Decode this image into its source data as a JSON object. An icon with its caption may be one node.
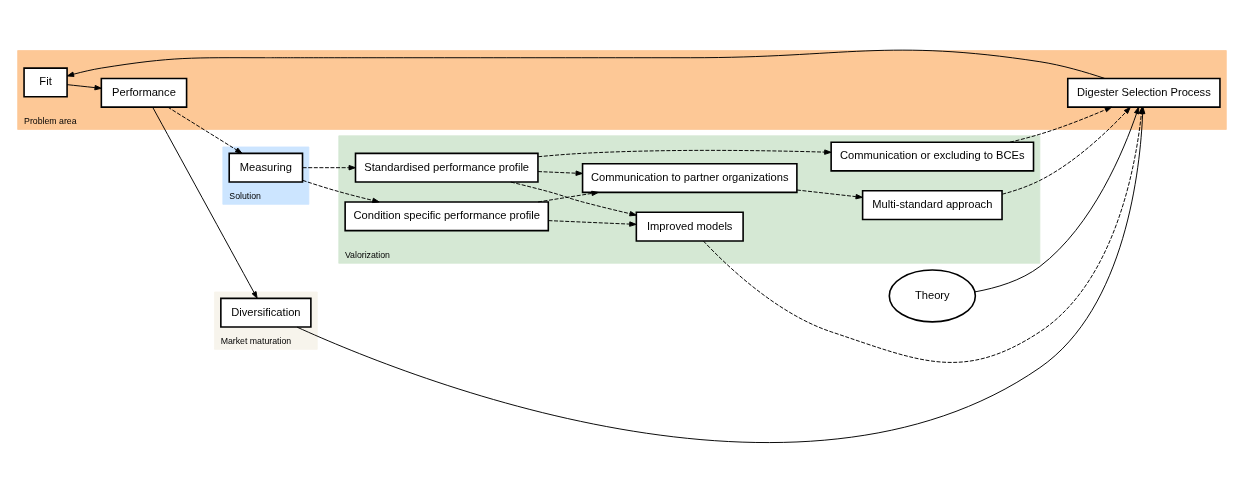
{
  "diagram": {
    "nodes": [
      {
        "text": [
          "Problem area"
        ]
      },
      {
        "text": [
          "Fit"
        ],
        "in": 0
      },
      {
        "text": [
          "Performance"
        ],
        "in": 0
      },
      {
        "text": [
          "Solution"
        ]
      },
      {
        "text": [
          "Measuring"
        ],
        "in": 3
      },
      {
        "text": [
          "Market maturation"
        ]
      },
      {
        "text": [
          "Diversification"
        ],
        "in": 5
      },
      {
        "text": [
          "Theory"
        ]
      },
      {
        "text": [
          "Digester Selection Process"
        ],
        "in": 0
      },
      {
        "text": [
          "Valorization"
        ]
      },
      {
        "text": [
          "Standardised performance profile"
        ],
        "in": 9
      },
      {
        "text": [
          "Condition specific performance profile"
        ],
        "in": 9
      },
      {
        "text": [
          "Communication or excluding to BCEs"
        ],
        "in": 9
      },
      {
        "text": [
          "Improved models"
        ],
        "in": 9
      },
      {
        "text": [
          "Communication to partner organizations"
        ],
        "in": 9
      },
      {
        "text": [
          "Multi-standard approach"
        ],
        "in": 9
      }
    ],
    "edges": [
      {
        "from": 1,
        "to": 2,
        "arrow": "to"
      },
      {
        "from": 2,
        "to": 4,
        "arrow": "to",
        "style": "dashed"
      },
      {
        "from": 8,
        "to": 1,
        "arrow": "to"
      },
      {
        "from": 2,
        "to": 6,
        "arrow": "to"
      },
      {
        "from": 6,
        "to": 8,
        "arrow": "to"
      },
      {
        "from": 7,
        "to": 8,
        "arrow": "to"
      },
      {
        "from": 4,
        "to": 10,
        "arrow": "to",
        "style": "dashed"
      },
      {
        "from": 4,
        "to": 11,
        "arrow": "to",
        "style": "dashed"
      },
      {
        "from": 10,
        "to": 12,
        "arrow": "to",
        "style": "dashed"
      },
      {
        "from": 10,
        "to": 13,
        "arrow": "to",
        "style": "dashed"
      },
      {
        "from": 10,
        "to": 14,
        "arrow": "to",
        "style": "dashed"
      },
      {
        "from": 11,
        "to": 13,
        "arrow": "to",
        "style": "dashed"
      },
      {
        "from": 11,
        "to": 14,
        "arrow": "to",
        "style": "dashed"
      },
      {
        "from": 12,
        "to": 8,
        "arrow": "to",
        "style": "dashed"
      },
      {
        "from": 13,
        "to": 8,
        "arrow": "to",
        "style": "dashed"
      },
      {
        "from": 14,
        "to": 15,
        "arrow": "to",
        "style": "dashed"
      },
      {
        "from": 15,
        "to": 8,
        "arrow": "to",
        "style": "dashed"
      }
    ]
  }
}
